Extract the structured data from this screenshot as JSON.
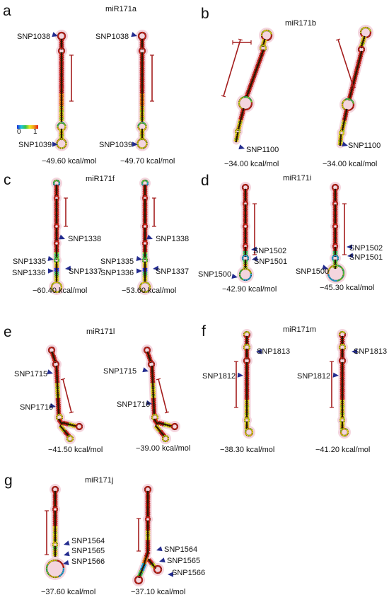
{
  "colors": {
    "halo": "#f4d5de",
    "paired_red": "#c21f1f",
    "paired_dark": "#2a1800",
    "bracket": "#a31d1d",
    "arrow": "#232c8f",
    "scale": [
      "#1f2bd6",
      "#1fc3e0",
      "#33c44a",
      "#e8e81e",
      "#f29a16",
      "#e21b1b"
    ]
  },
  "scale_bar": {
    "min": "0",
    "max": "1"
  },
  "panels": [
    {
      "letter": "a",
      "mirna": "miR171a",
      "energies": [
        "−49.60 kcal/mol",
        "−49.70 kcal/mol"
      ],
      "snps": [
        [
          "SNP1038",
          "SNP1039"
        ],
        [
          "SNP1038",
          "SNP1039"
        ]
      ]
    },
    {
      "letter": "b",
      "mirna": "miR171b",
      "energies": [
        "−34.00 kcal/mol",
        "−34.00 kcal/mol"
      ],
      "snps": [
        [
          "SNP1100"
        ],
        [
          "SNP1100"
        ]
      ]
    },
    {
      "letter": "c",
      "mirna": "miR171f",
      "energies": [
        "−60.40 kcal/mol",
        "−53.60 kcal/mol"
      ],
      "snps": [
        [
          "SNP1338",
          "SNP1335",
          "SNP1336",
          "SNP1337"
        ],
        [
          "SNP1338",
          "SNP1335",
          "SNP1336",
          "SNP1337"
        ]
      ]
    },
    {
      "letter": "d",
      "mirna": "miR171i",
      "energies": [
        "−42.90 kcal/mol",
        "−45.30 kcal/mol"
      ],
      "snps": [
        [
          "SNP1502",
          "SNP1501",
          "SNP1500"
        ],
        [
          "SNP1502",
          "SNP1501",
          "SNP1500"
        ]
      ]
    },
    {
      "letter": "e",
      "mirna": "miR171l",
      "energies": [
        "−41.50 kcal/mol",
        "−39.00 kcal/mol"
      ],
      "snps": [
        [
          "SNP1715",
          "SNP1716"
        ],
        [
          "SNP1715",
          "SNP1716"
        ]
      ]
    },
    {
      "letter": "f",
      "mirna": "miR171m",
      "energies": [
        "−38.30 kcal/mol",
        "−41.20 kcal/mol"
      ],
      "snps": [
        [
          "SNP1813",
          "SNP1812"
        ],
        [
          "SNP1813",
          "SNP1812"
        ]
      ]
    },
    {
      "letter": "g",
      "mirna": "miR171j",
      "energies": [
        "−37.60 kcal/mol",
        "−37.10 kcal/mol"
      ],
      "snps": [
        [
          "SNP1564",
          "SNP1565",
          "SNP1566"
        ],
        [
          "SNP1564",
          "SNP1565",
          "SNP1566"
        ]
      ]
    }
  ]
}
